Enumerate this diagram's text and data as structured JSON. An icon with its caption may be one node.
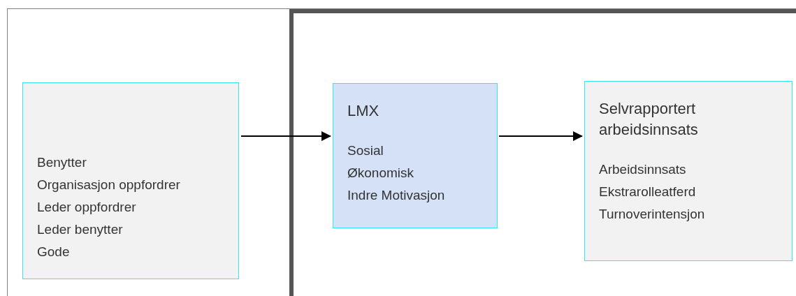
{
  "diagram": {
    "nodes": [
      {
        "text": [],
        "shape": "box"
      },
      {
        "text": [],
        "shape": "box",
        "in": 0
      },
      {
        "text": [
          "Benytter",
          "Organisasjon oppfordrer",
          "Leder oppfordrer",
          "Leder benytter",
          "Gode"
        ],
        "in": 0
      },
      {
        "text": [
          "LMX",
          "Sosial",
          "Økonomisk",
          "Indre Motivasjon"
        ],
        "in": 1
      },
      {
        "text": [
          "Selvrapportert arbeidsinnsats",
          "Arbeidsinnsats",
          "Ekstrarolleatferd",
          "Turnoverintensjon"
        ],
        "in": 1
      }
    ],
    "edges": [
      {
        "from": 2,
        "to": 3,
        "arrow": "to"
      },
      {
        "from": 3,
        "to": 4,
        "arrow": "to"
      }
    ]
  }
}
